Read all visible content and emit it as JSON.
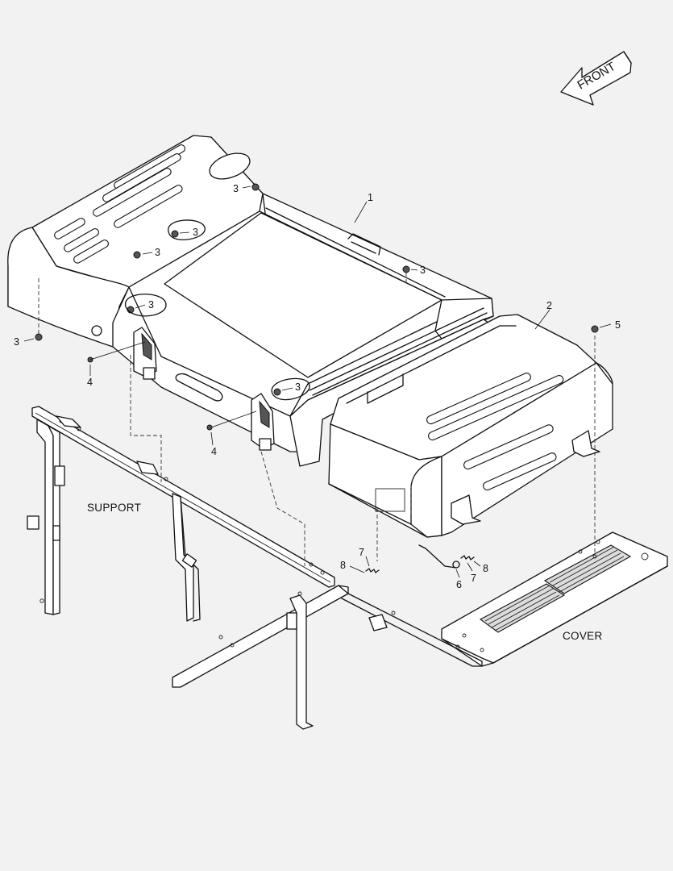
{
  "direction_arrow": {
    "label": "FRONT"
  },
  "assembly_labels": {
    "support": "SUPPORT",
    "cover": "COVER"
  },
  "callouts": [
    {
      "id": "c1",
      "number": "1"
    },
    {
      "id": "c2",
      "number": "2"
    },
    {
      "id": "c3a",
      "number": "3"
    },
    {
      "id": "c3b",
      "number": "3"
    },
    {
      "id": "c3c",
      "number": "3"
    },
    {
      "id": "c3d",
      "number": "3"
    },
    {
      "id": "c3e",
      "number": "3"
    },
    {
      "id": "c3f",
      "number": "3"
    },
    {
      "id": "c3g",
      "number": "3"
    },
    {
      "id": "c4a",
      "number": "4"
    },
    {
      "id": "c4b",
      "number": "4"
    },
    {
      "id": "c5",
      "number": "5"
    },
    {
      "id": "c6",
      "number": "6"
    },
    {
      "id": "c7a",
      "number": "7"
    },
    {
      "id": "c7b",
      "number": "7"
    },
    {
      "id": "c8a",
      "number": "8"
    },
    {
      "id": "c8b",
      "number": "8"
    }
  ]
}
